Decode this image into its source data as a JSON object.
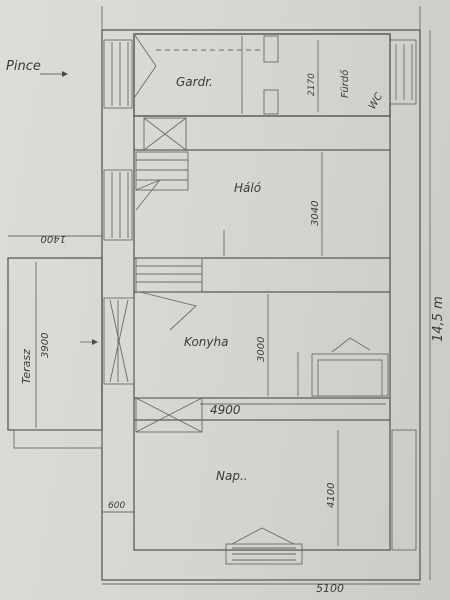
{
  "plan": {
    "label_pince": "Pince",
    "rooms": {
      "gardrobe": "Gardr.",
      "bathroom": "Fürdő",
      "wc": "WC",
      "bedroom": "Háló",
      "kitchen": "Konyha",
      "terrace": "Terasz",
      "living": "Nap.."
    },
    "dims": {
      "bath_height": "2170",
      "bedroom_height": "3040",
      "kitchen_height": "3000",
      "terrace_width": "1400",
      "terrace_height": "3900",
      "corridor_width": "4900",
      "living_height": "4100",
      "wall_left": "600",
      "total_width": "5100",
      "total_length": "14,5 m"
    }
  }
}
